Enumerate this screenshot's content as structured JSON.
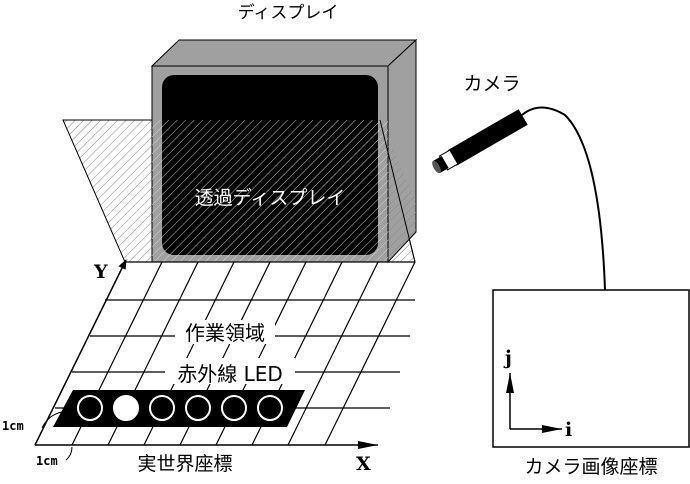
{
  "labels": {
    "display": "ディスプレイ",
    "transparent_display": "透過ディスプレイ",
    "camera": "カメラ",
    "work_area": "作業領域",
    "ir_led": "赤外線 LED",
    "world_coords": "実世界座標",
    "camera_image_coords": "カメラ画像座標",
    "axis_x": "X",
    "axis_y": "Y",
    "axis_i": "i",
    "axis_j": "j",
    "unit_x": "1cm",
    "unit_y": "1cm"
  },
  "led": {
    "count": 6,
    "lit_index": 1
  },
  "colors": {
    "monitor_gray": "#a0a0a0",
    "screen": "#000000",
    "hatch": "#888888"
  }
}
